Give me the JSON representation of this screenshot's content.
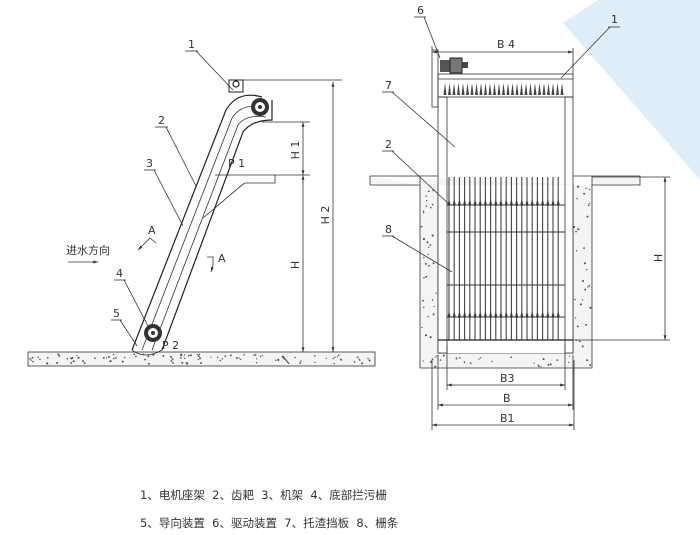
{
  "side_view": {
    "callouts": [
      "1",
      "2",
      "3",
      "4",
      "5"
    ],
    "section_marks": [
      "A",
      "A"
    ],
    "flow_direction": "进水方向",
    "points": [
      "P 1",
      "P 2"
    ],
    "dimensions": [
      "H 1",
      "H",
      "H 2"
    ]
  },
  "front_view": {
    "callouts": [
      "6",
      "1",
      "7",
      "2",
      "8"
    ],
    "dimensions": {
      "top": "B 4",
      "height": "H",
      "b3": "B3",
      "b": "B",
      "b1": "B1"
    }
  },
  "legend": {
    "line1": "1、电机座架  2、齿耙  3、机架  4、底部拦污栅",
    "line2": "5、导向装置  6、驱动装置  7、托渣挡板  8、栅条"
  },
  "colors": {
    "accent": "#deedf7",
    "line": "#333333",
    "concrete": "#f2f2f2"
  }
}
